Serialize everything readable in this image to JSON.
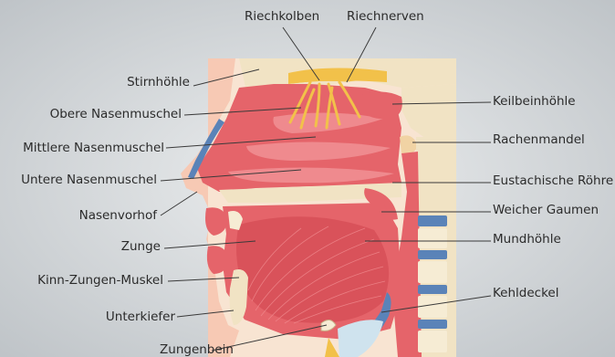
{
  "diagram": {
    "labels": {
      "riechkolben": "Riechkolben",
      "riechnerven": "Riechnerven",
      "stirnhoehle": "Stirnhöhle",
      "obere_nasenmuschel": "Obere Nasenmuschel",
      "mittlere_nasenmuschel": "Mittlere Nasenmuschel",
      "untere_nasenmuschel": "Untere Nasenmuschel",
      "nasenvorhof": "Nasenvorhof",
      "zunge": "Zunge",
      "kinn_zungen_muskel": "Kinn-Zungen-Muskel",
      "unterkiefer": "Unterkiefer",
      "zungenbein": "Zungenbein",
      "keilbeinhoehle": "Keilbeinhöhle",
      "rachenmandel": "Rachenmandel",
      "eustachische_roehre": "Eustachische Röhre",
      "weicher_gaumen": "Weicher Gaumen",
      "mundhoehle": "Mundhöhle",
      "kehldeckel": "Kehldeckel"
    },
    "colors": {
      "background": "#cfd3d6",
      "panel": "#fbe6d6",
      "tissue": "#e5646a",
      "tissue_dark": "#c94a52",
      "bone": "#f1e3c4",
      "nerve": "#f2c14a",
      "cartilage_blue": "#5a83b8",
      "line": "#444444"
    }
  }
}
